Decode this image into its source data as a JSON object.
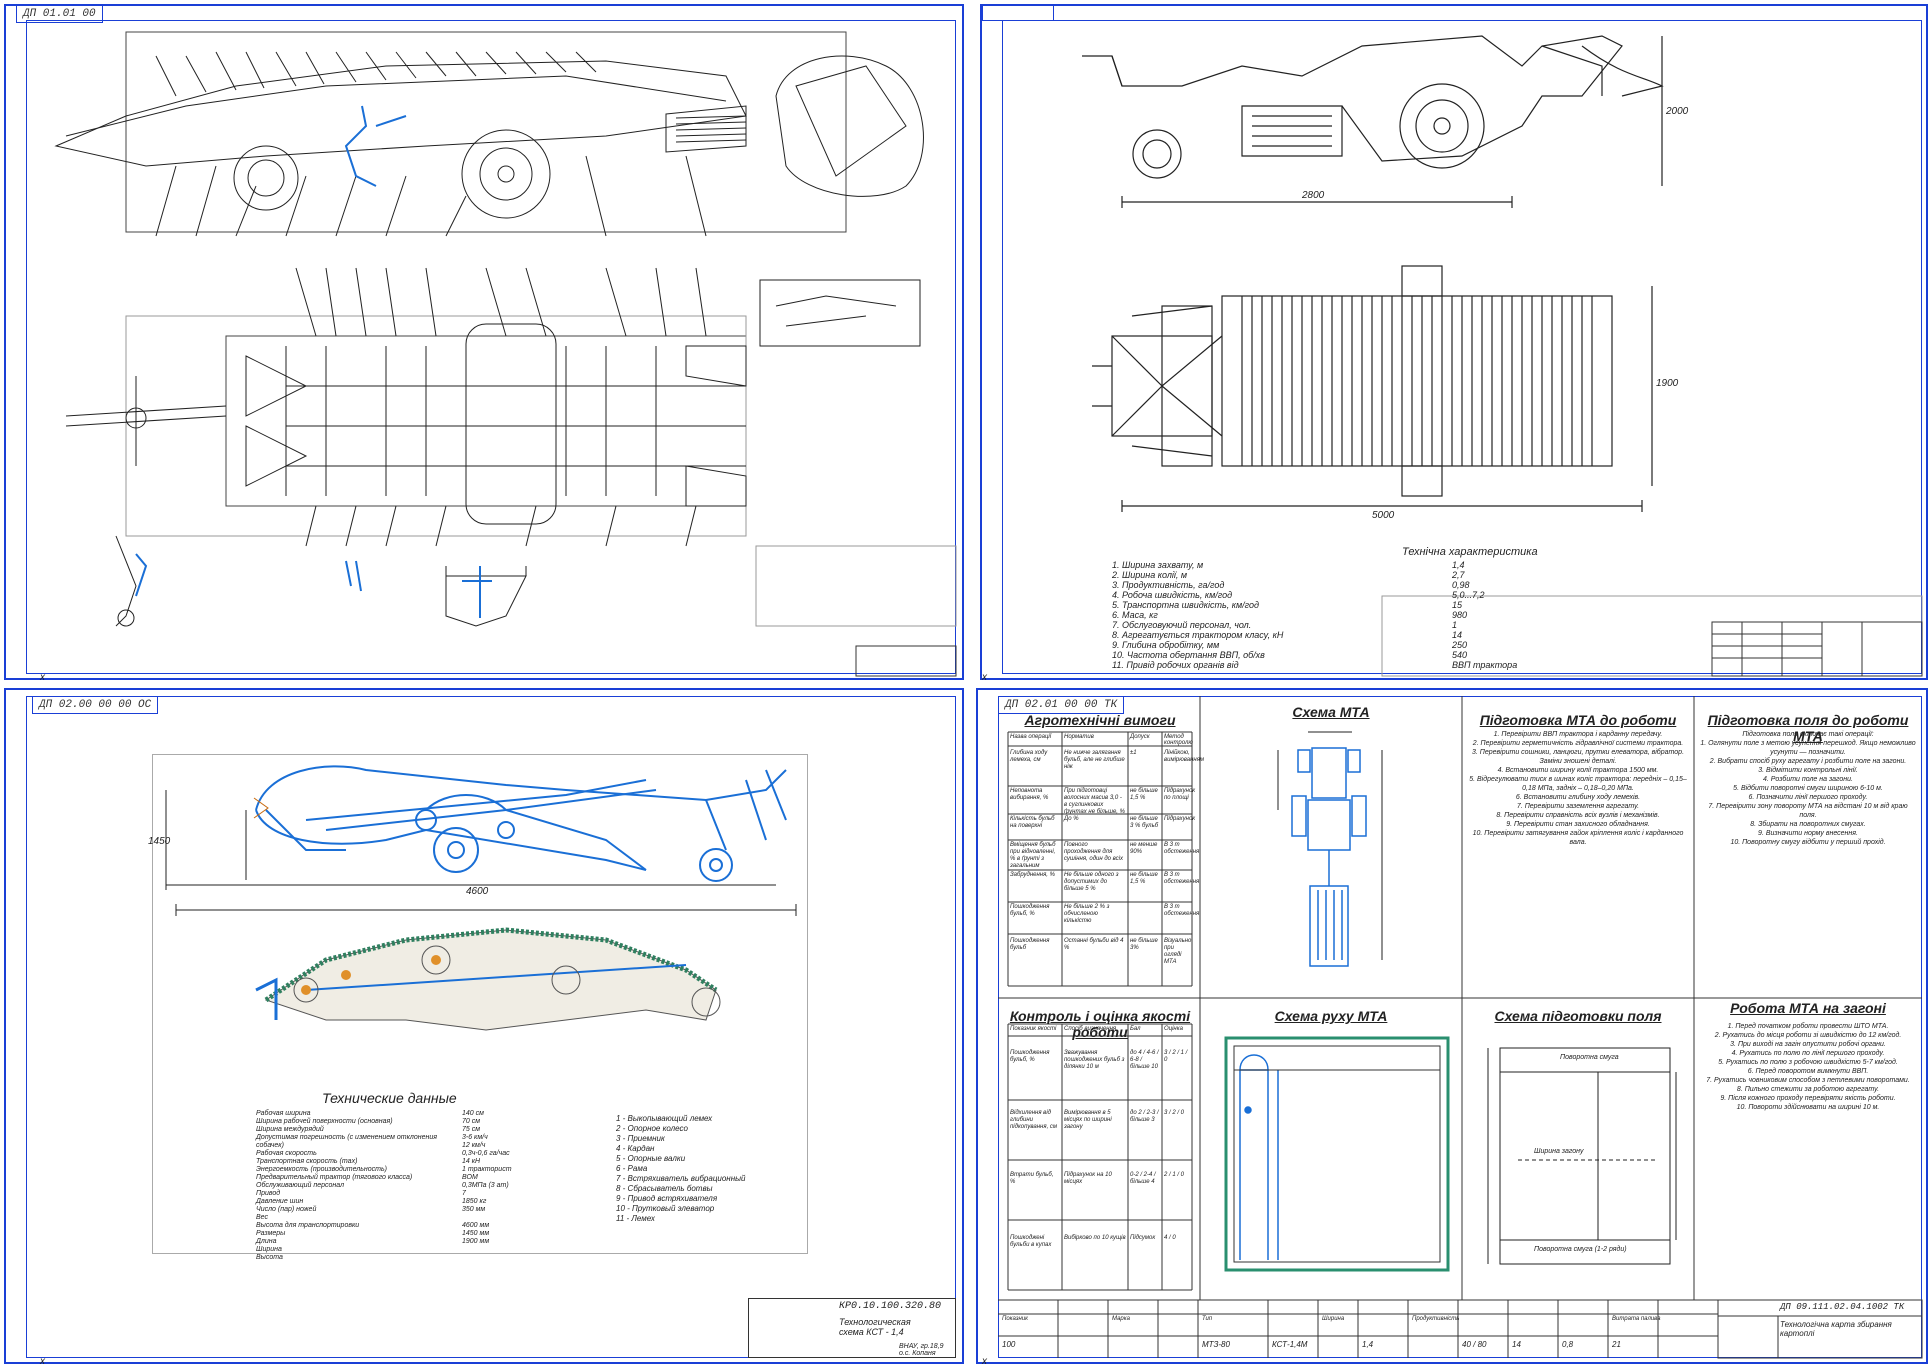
{
  "sheets": {
    "top_left": {
      "tag": "ДП 01.01 00",
      "title_code": "",
      "title_name": ""
    },
    "top_right": {
      "tag": "",
      "tech_title": "Технічна характеристика",
      "tech_items": [
        "1. Ширина захвату, м",
        "2. Ширина колії, м",
        "3. Продуктивність, га/год",
        "4. Робоча швидкість, км/год",
        "5. Транспортна швидкість, км/год",
        "6. Маса, кг",
        "7. Обслуговуючий персонал, чол.",
        "8. Агрегатується трактором класу, кН",
        "9. Глибина обробітку, мм",
        "10. Частота обертання ВВП, об/хв",
        "11. Привід робочих органів від"
      ],
      "tech_values": [
        "1,4",
        "2,7",
        "0,98",
        "5,0...7,2",
        "15",
        "980",
        "1",
        "14",
        "250",
        "540",
        "ВВП трактора"
      ],
      "dim_top": "2800",
      "dim_bottom": "5000",
      "dim_right_top": "2000",
      "dim_right_bottom": "1900"
    },
    "bottom_left": {
      "tag": "ДП 02.00 00 00 ОС",
      "tech_data_title": "Технические данные",
      "spec_lines": [
        "Рабочая ширина",
        "Ширина рабочей поверхности (основная)",
        "Ширина междурядий",
        "Допустимая погрешность (с изменением отклонения собачек)",
        "Рабочая скорость",
        "Транспортная скорость (max)",
        "Энергоемкость (производительность)",
        "Предварительный трактор (тягового класса)",
        "Обслуживающий персонал",
        "Привод",
        "Давление шин",
        "Число (пар) ножей",
        "Вес",
        "Высота для транспортировки",
        "Размеры",
        "   Длина",
        "   Ширина",
        "   Высота"
      ],
      "spec_values": [
        "140 см",
        "70 см",
        "75 см",
        "3-6 км/ч",
        "12 км/ч",
        "0,3ч-0,6 га/час",
        "14 кН",
        "1 тракторист",
        "ВОМ",
        "0,3МПа (3 ат)",
        "7",
        "1850 кг",
        "350 мм",
        "",
        "4600 мм",
        "1450 мм",
        "1900 мм"
      ],
      "legend": [
        "1 - Выкопывающий лемех",
        "2 - Опорное колесо",
        "3 - Приемник",
        "4 - Кардан",
        "5 - Опорные валки",
        "6 - Рама",
        "7 - Встряхиватель вибрационный",
        "8 - Сбрасыватель ботвы",
        "9 - Привод встряхивателя",
        "10 - Прутковый элеватор",
        "11 - Лемех"
      ],
      "dim_width": "4600",
      "dim_height": "1450",
      "title_code": "КР0.10.100.320.80",
      "title_name": "Технологическая схема КСТ - 1,4",
      "title_sub": "ВНАУ, гр.18,9 о.с. Копаня"
    },
    "bottom_right": {
      "tag": "ДП 02.01 00 00 ТК",
      "panel1_title": "Агротехнічні вимоги",
      "panel2_title": "Схема МТА",
      "panel3_title": "Підготовка МТА до роботи",
      "panel4_title": "Підготовка поля до роботи МТА",
      "panel5_title": "Контроль і оцінка якості роботи",
      "panel6_title": "Схема руху МТА",
      "panel7_title": "Схема підготовки поля",
      "panel8_title": "Робота МТА на загоні",
      "agro_headers": [
        "Назва операції",
        "Норматив",
        "Допуск",
        "Метод контролю"
      ],
      "agro_rows": [
        [
          "Глибина ходу лемеха, см",
          "Не нижче залягання бульб, але не глибше ніж",
          "±1",
          "Лінійкою, вимірюванням"
        ],
        [
          "Неповнота вибирання, %",
          "При підготовці волосних масив 3,0 - в суглинкових ґрунтах не більше, %",
          "не більше 1,5 %",
          "Підрахунок по площі"
        ],
        [
          "Кількість бульб на поверхні",
          "До %",
          "не більше 3 % бульб",
          "Підрахунок"
        ],
        [
          "Вміщення бульб при відновленні, % в ґрунті з загальним",
          "Повного проходження для сушіння, один до всіх",
          "не менше 90%",
          "В 3 т обстеження"
        ],
        [
          "Забруднення, %",
          "Не більше одного з допустимих до більше 5 %",
          "не більше 1,5 %",
          "В 3 т обстеження"
        ],
        [
          "Пошкодження бульб, %",
          "Не більше 2 % з обчисленою кількістю",
          "",
          "В 3 т обстеження"
        ],
        [
          "Пошкодження бульб",
          "Останні бульби від 4 %",
          "не більше 3%",
          "Візуально при огляді МТА"
        ]
      ],
      "mta_prep": [
        "1. Перевірити ВВП трактора і карданну передачу.",
        "2. Перевірити герметичність гідравлічної системи трактора.",
        "3. Перевірити сошники, ланцюги, прутки елеватора, вібратор. Заміни зношені деталі.",
        "4. Встановити ширину колії трактора 1500 мм.",
        "5. Відрегулювати тиск в шинах коліс трактора: передніх – 0,15–0,18 МПа, задніх – 0,18–0,20 МПа.",
        "6. Встановити глибину ходу лемехів.",
        "7. Перевірити заземлення агрегату.",
        "8. Перевірити справність всіх вузлів і механізмів.",
        "9. Перевірити стан захисного обладнання.",
        "10. Перевірити затягування гайок кріплення коліс і карданного вала."
      ],
      "field_prep": [
        "Підготовка поля включає такі операції:",
        "1. Оглянути поле з метою усунення перешкод. Якщо неможливо усунути — позначити.",
        "2. Вибрати спосіб руху агрегату і розбити поле на загони.",
        "3. Відмітити контрольні лінії.",
        "4. Розбити поле на загони.",
        "5. Відбити поворотні смуги шириною 6-10 м.",
        "6. Позначити лінії першого проходу.",
        "7. Перевірити зону повороту МТА на відстані 10 м від краю поля.",
        "8. Збирати на поворотних смугах.",
        "9. Визначити норму внесення.",
        "10. Поворотну смугу відбити у перший прохід."
      ],
      "quality_headers": [
        "Показник якості",
        "Спосіб визначення",
        "Бал",
        "Оцінка"
      ],
      "quality_rows": [
        [
          "Пошкодження бульб, %",
          "Зважування пошкоджених бульб з ділянки 10 м",
          "до 4 / 4-6 / 6-8 / більше 10",
          "3 / 2 / 1 / 0"
        ],
        [
          "Відхилення від глибини підкопування, см",
          "Вимірювання в 5 місцях по ширині загону",
          "до 2 / 2-3 / більше 3",
          "3 / 2 / 0"
        ],
        [
          "Втрати бульб, %",
          "Підрахунок на 10 місцях",
          "0-2 / 2-4 / більше 4",
          "2 / 1 / 0"
        ],
        [
          "Пошкоджені бульби в купах",
          "Вибірково по 10 кущів",
          "Підсумок",
          "4 / 0"
        ]
      ],
      "mta_work": [
        "1. Перед початком роботи провести ШТО МТА.",
        "2. Рухатись до місця роботи зі швидкістю до 12 км/год.",
        "3. При виході на загін опустити робочі органи.",
        "4. Рухатись по полю по лінії першого проходу.",
        "5. Рухатись по полю з робочою швидкістю 5-7 км/год.",
        "6. Перед поворотом вимкнути ВВП.",
        "7. Рухатись човниковим способом з петлевими поворотами.",
        "8. Пильно стежити за роботою агрегату.",
        "9. Після кожного проходу перевіряти якість роботи.",
        "10. Повороти здійснювати на ширині 10 м."
      ],
      "bottom_headers": [
        "Показник",
        "Марка",
        "Тип",
        "Ширина",
        "Продуктивність",
        "Витрата палива"
      ],
      "bottom_values": [
        "100",
        "МТЗ-80",
        "КСТ-1,4М",
        "1,4",
        "40 / 80",
        "14",
        "0,8",
        "21"
      ],
      "field_label_top": "Поворотна смуга",
      "field_label_bottom": "Поворотна смуга (1-2 ряди)",
      "field_label_center": "Ширина загону",
      "title_code": "ДП 09.111.02.04.1002 ТК",
      "title_name": "Технологічна карта збирання картоплі"
    }
  }
}
